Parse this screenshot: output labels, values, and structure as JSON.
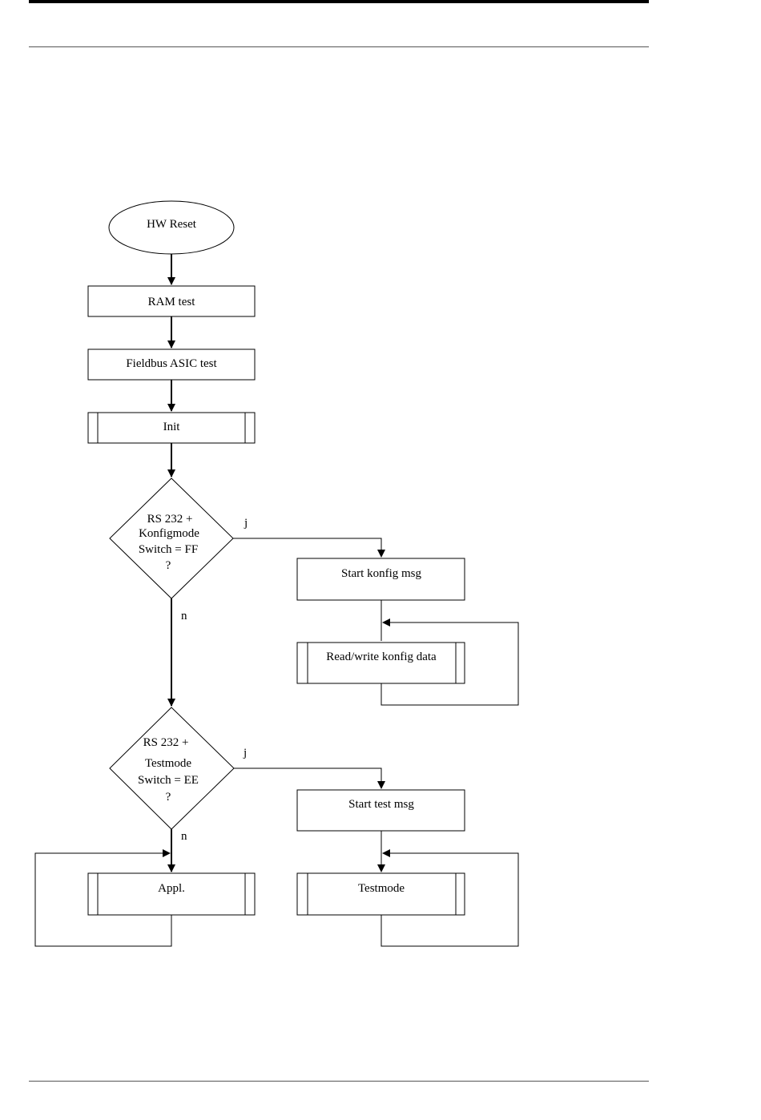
{
  "diagram": {
    "nodes": {
      "hw_reset": "HW Reset",
      "ram_test": "RAM test",
      "asic_test": "Fieldbus ASIC test",
      "init": "Init",
      "decision1": [
        "RS 232 +",
        "Konfigmode",
        "Switch =  FF",
        "?"
      ],
      "start_konfig": "Start konfig msg",
      "read_write": "Read/write konfig data",
      "decision2": [
        "RS 232 +",
        "Testmode",
        "Switch = EE",
        "?"
      ],
      "start_test": "Start test msg",
      "appl": "Appl.",
      "testmode": "Testmode"
    },
    "edge_labels": {
      "yes": "j",
      "no": "n"
    }
  }
}
